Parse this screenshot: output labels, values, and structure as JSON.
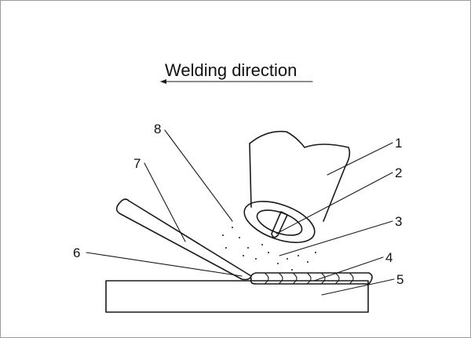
{
  "title": "Welding direction",
  "labels": [
    {
      "id": "1",
      "text": "1"
    },
    {
      "id": "2",
      "text": "2"
    },
    {
      "id": "3",
      "text": "3"
    },
    {
      "id": "4",
      "text": "4"
    },
    {
      "id": "5",
      "text": "5"
    },
    {
      "id": "6",
      "text": "6"
    },
    {
      "id": "7",
      "text": "7"
    },
    {
      "id": "8",
      "text": "8"
    }
  ],
  "colors": {
    "ink": "#1a1a1a",
    "border": "#9a9a9a",
    "background": "#ffffff"
  }
}
